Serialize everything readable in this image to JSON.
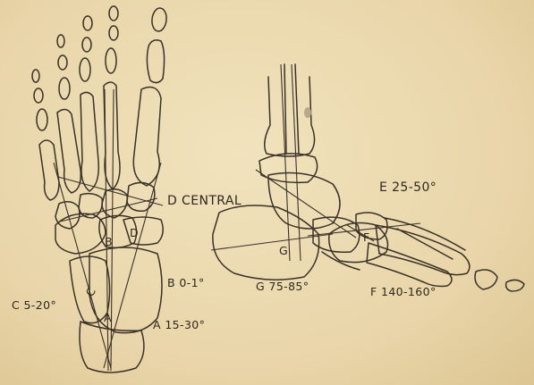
{
  "labels": {
    "d_central": "D CENTRAL",
    "e_angle": "E 25-50°",
    "b_angle": "B 0-1°",
    "c_angle": "C 5-20°",
    "a_angle": "A 15-30°",
    "g_angle": "G 75-85°",
    "f_angle": "F 140-160°",
    "pt_b": "B",
    "pt_d": "D",
    "pt_c": "C",
    "pt_a": "A",
    "pt_g": "G",
    "pt_f": "F"
  },
  "colors": {
    "paper": "#ead9b0",
    "ink": "#3a3226"
  }
}
